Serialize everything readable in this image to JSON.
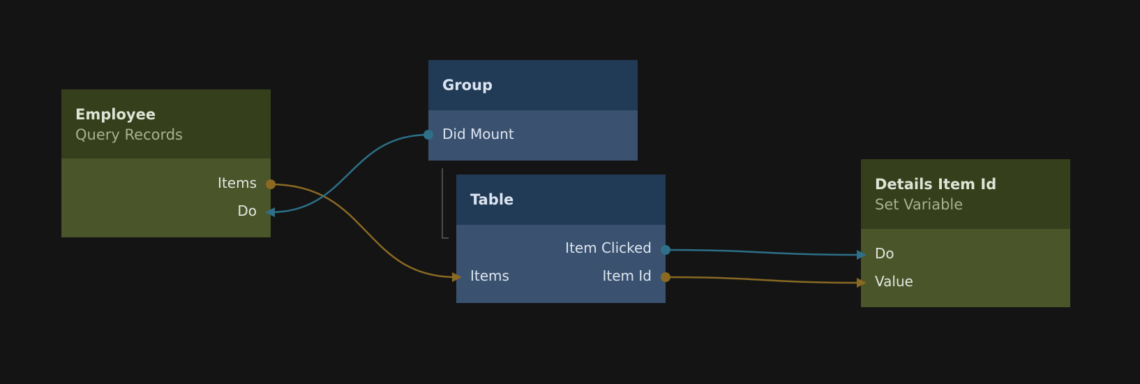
{
  "colors": {
    "background": "#141414",
    "data_wire": "#8a6a23",
    "signal_wire": "#2d7088",
    "data_node_header": "#353f1b",
    "data_node_body": "#4a552a",
    "visual_node_header": "#213a56",
    "visual_node_body": "#3a5170"
  },
  "nodes": {
    "employee": {
      "title": "Employee",
      "subtitle": "Query Records",
      "ports": {
        "items": "Items",
        "do": "Do"
      }
    },
    "group": {
      "title": "Group",
      "ports": {
        "did_mount": "Did Mount"
      }
    },
    "table": {
      "title": "Table",
      "ports": {
        "item_clicked": "Item Clicked",
        "items": "Items",
        "item_id": "Item Id"
      }
    },
    "details": {
      "title": "Details Item Id",
      "subtitle": "Set Variable",
      "ports": {
        "do": "Do",
        "value": "Value"
      }
    }
  },
  "connections": [
    {
      "from": "Employee.Items",
      "to": "Table.Items",
      "type": "data"
    },
    {
      "from": "Group.Did Mount",
      "to": "Employee.Do",
      "type": "signal"
    },
    {
      "from": "Table.Item Clicked",
      "to": "Details Item Id.Do",
      "type": "signal"
    },
    {
      "from": "Table.Item Id",
      "to": "Details Item Id.Value",
      "type": "data"
    }
  ]
}
